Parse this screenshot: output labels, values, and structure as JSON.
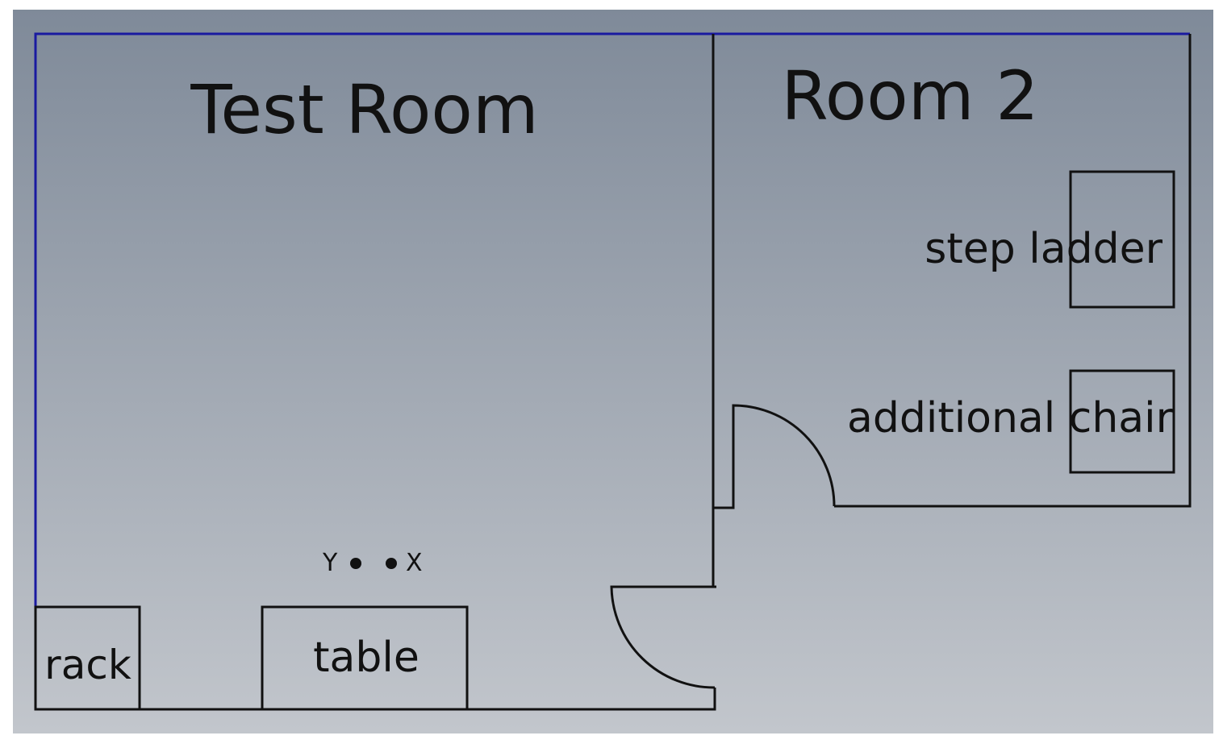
{
  "colors": {
    "background_top": "#7f8a99",
    "background_bottom": "#c2c6cc",
    "outer_border": "#1a1aa0",
    "wall": "#111111"
  },
  "rooms": {
    "room1_title": "Test Room",
    "room2_title": "Room 2"
  },
  "furniture": {
    "rack": "rack",
    "table": "table",
    "step_ladder": "step ladder",
    "additional_chair": "additional chair"
  },
  "markers": {
    "y_label": "Y",
    "x_label": "X"
  }
}
